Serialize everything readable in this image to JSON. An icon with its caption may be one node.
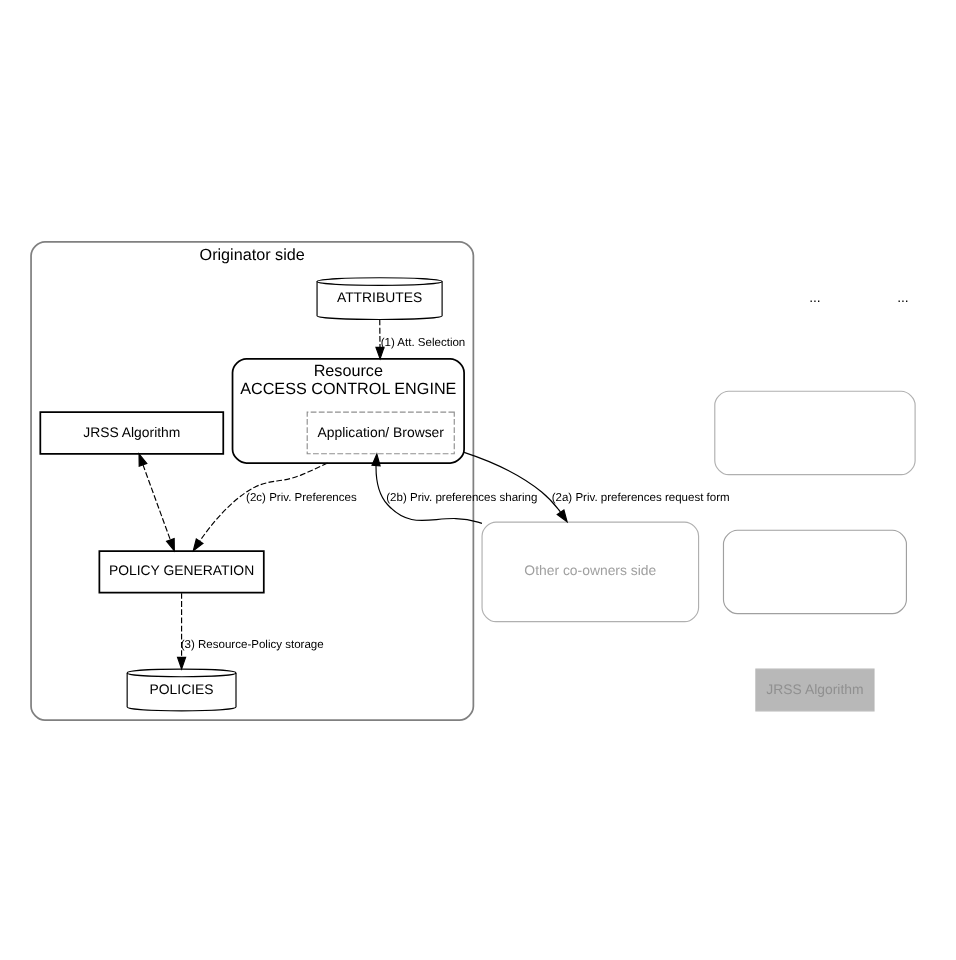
{
  "diagram": {
    "nodes": [
      {
        "text": [
          "Other co-owners side"
        ]
      },
      {
        "text": [],
        "shape": "box"
      },
      {
        "text": [],
        "shape": "box"
      },
      {
        "text": [
          "Originator side"
        ]
      },
      {
        "text": [
          "Resource",
          "ACCESS CONTROL ENGINE"
        ],
        "in": 3
      },
      {
        "text": [
          "Application/ Browser"
        ],
        "in": 4
      },
      {
        "text": [
          "JRSS Algorithm"
        ]
      },
      {
        "text": [
          "JRSS Algorithm"
        ],
        "in": 3
      },
      {
        "text": [
          "POLICY GENERATION"
        ],
        "in": 3
      },
      {
        "text": [
          "ATTRIBUTES"
        ],
        "in": 3
      },
      {
        "text": [
          "POLICIES"
        ],
        "in": 3
      }
    ],
    "edges": [
      {
        "from": 4,
        "to": 0,
        "arrow": "to",
        "label": "(2a) Priv. preferences request form"
      },
      {
        "from": 0,
        "to": 5,
        "arrow": "to",
        "label": "(2b) Priv. preferences sharing"
      },
      {
        "from": 9,
        "to": 4,
        "arrow": "to",
        "label": "(1) Att. Selection",
        "style": "dashed"
      },
      {
        "from": 4,
        "to": 8,
        "arrow": "to",
        "label": "(2c) Priv. Preferences",
        "style": "dashed"
      },
      {
        "from": 7,
        "to": 8,
        "arrow": "both",
        "style": "dashed"
      },
      {
        "from": 8,
        "to": 10,
        "arrow": "to",
        "label": "(3) Resource-Policy storage",
        "style": "dashed"
      }
    ],
    "labels": [
      "...",
      "..."
    ]
  }
}
